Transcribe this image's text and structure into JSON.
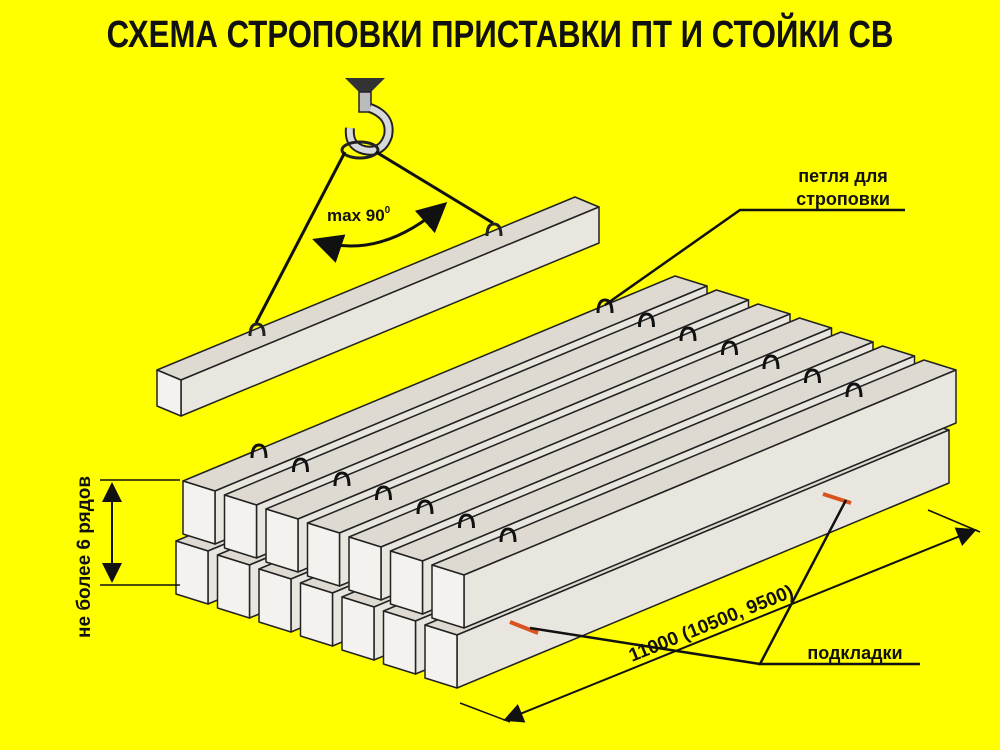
{
  "title": "СХЕМА СТРОПОВКИ ПРИСТАВКИ ПТ И СТОЙКИ СВ",
  "labels": {
    "angle": "max 90",
    "angle_sup": "0",
    "loop_line1": "петля для",
    "loop_line2": "строповки",
    "rows": "не более 6 рядов",
    "length": "11000 (10500, 9500)",
    "supports": "подкладки"
  },
  "colors": {
    "background": "#ffff00",
    "beam_top": "#dedad2",
    "beam_front": "#e9e6df",
    "beam_end": "#f4f2ee",
    "outline": "#222222",
    "support_pad": "#d9531e"
  }
}
